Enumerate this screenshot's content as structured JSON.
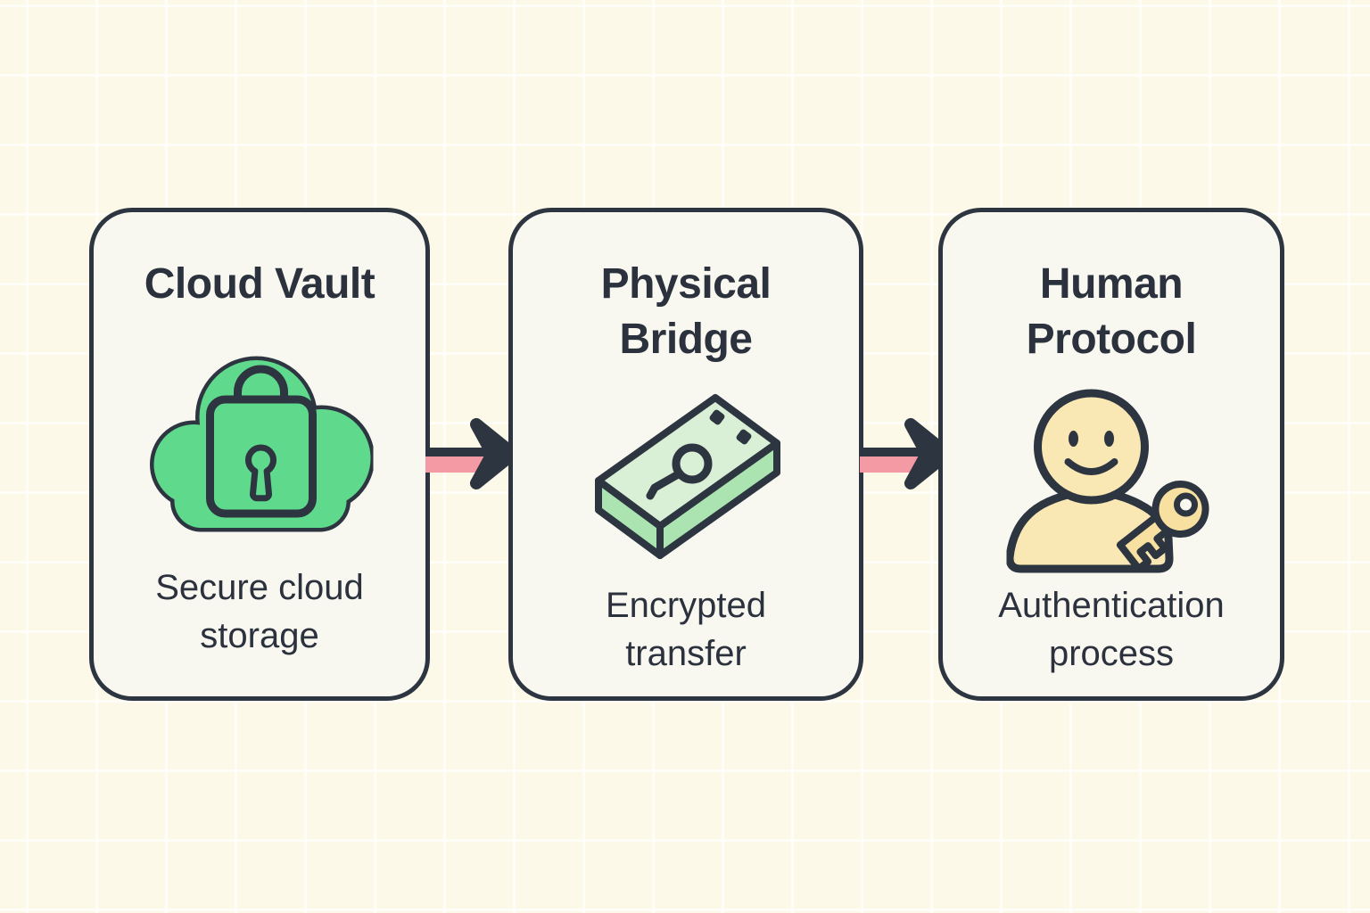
{
  "diagram": {
    "cards": [
      {
        "id": "cloud-vault",
        "title": "Cloud Vault",
        "subtitle": "Secure cloud storage",
        "icon": "cloud-lock-icon"
      },
      {
        "id": "physical-bridge",
        "title": "Physical Bridge",
        "subtitle": "Encrypted transfer",
        "icon": "usb-drive-icon"
      },
      {
        "id": "human-protocol",
        "title": "Human Protocol",
        "subtitle": "Authentication process",
        "icon": "person-key-icon"
      }
    ],
    "arrows": [
      {
        "from": "Cloud Vault",
        "to": "Physical Bridge"
      },
      {
        "from": "Physical Bridge",
        "to": "Human Protocol"
      }
    ],
    "colors": {
      "outline": "#2d3541",
      "text": "#2b323e",
      "cloud_green": "#5fd98c",
      "usb_top_green": "#d9efd6",
      "usb_side_green": "#abe3b1",
      "person_yellow": "#f9e7b4",
      "key_yellow": "#f7e0a0",
      "arrow_dark": "#2d3541",
      "arrow_pink": "#f49aa4",
      "background": "#fcf9e8",
      "card_background": "#f9f8f0",
      "grid_line": "#ffffff"
    }
  }
}
